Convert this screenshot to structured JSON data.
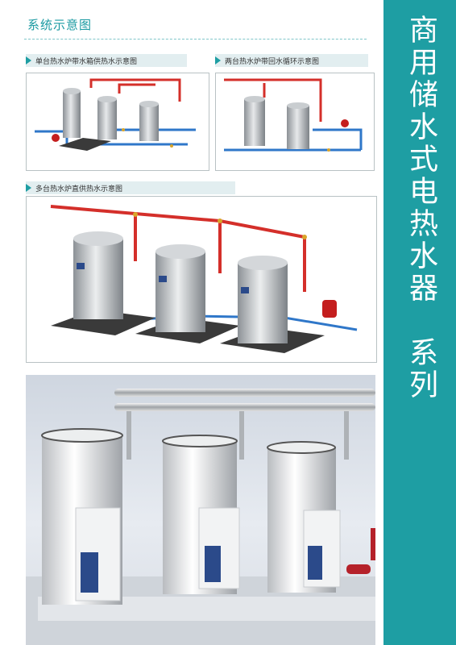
{
  "page": {
    "title": "系统示意图",
    "side_title": "商用储水式电热水器　系列"
  },
  "diagrams": [
    {
      "caption": "单台热水炉带水箱供热水示意图"
    },
    {
      "caption": "两台热水炉带回水循环示意图"
    },
    {
      "caption": "多台热水炉直供热水示意图"
    }
  ],
  "colors": {
    "accent": "#1e9ea3",
    "hot_pipe": "#d42f2a",
    "cold_pipe": "#2f77c9",
    "fitting": "#d9a52a"
  }
}
